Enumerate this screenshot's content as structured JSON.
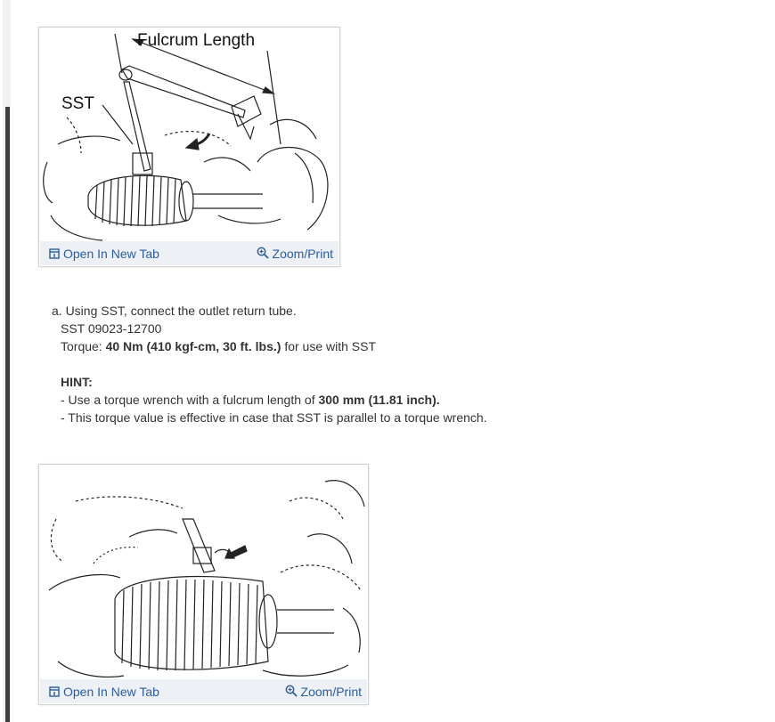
{
  "figures": [
    {
      "labels": {
        "fulcrum": "Fulcrum Length",
        "sst": "SST"
      },
      "open_tab_label": "Open In New Tab",
      "zoom_label": "Zoom/Print"
    },
    {
      "open_tab_label": "Open In New Tab",
      "zoom_label": "Zoom/Print"
    }
  ],
  "step": {
    "line1": "a. Using SST, connect the outlet return tube.",
    "sst_line": "SST 09023-12700",
    "torque_prefix": "Torque: ",
    "torque_value": "40 Nm (410 kgf-cm, 30 ft. lbs.)",
    "torque_suffix": " for use with SST",
    "hint_title": "HINT:",
    "hint1_prefix": "-  Use a torque wrench with a fulcrum length of ",
    "hint1_value": "300 mm (11.81 inch).",
    "hint2": "-  This torque value is effective in case that SST is parallel to a torque wrench."
  },
  "colors": {
    "link": "#2a5d9f",
    "footer_bg": "#edf1f6",
    "border": "#d2d2d2",
    "text": "#333333"
  },
  "icons": {
    "open_tab": "open-in-new-tab-icon",
    "zoom": "zoom-magnifier-icon"
  }
}
